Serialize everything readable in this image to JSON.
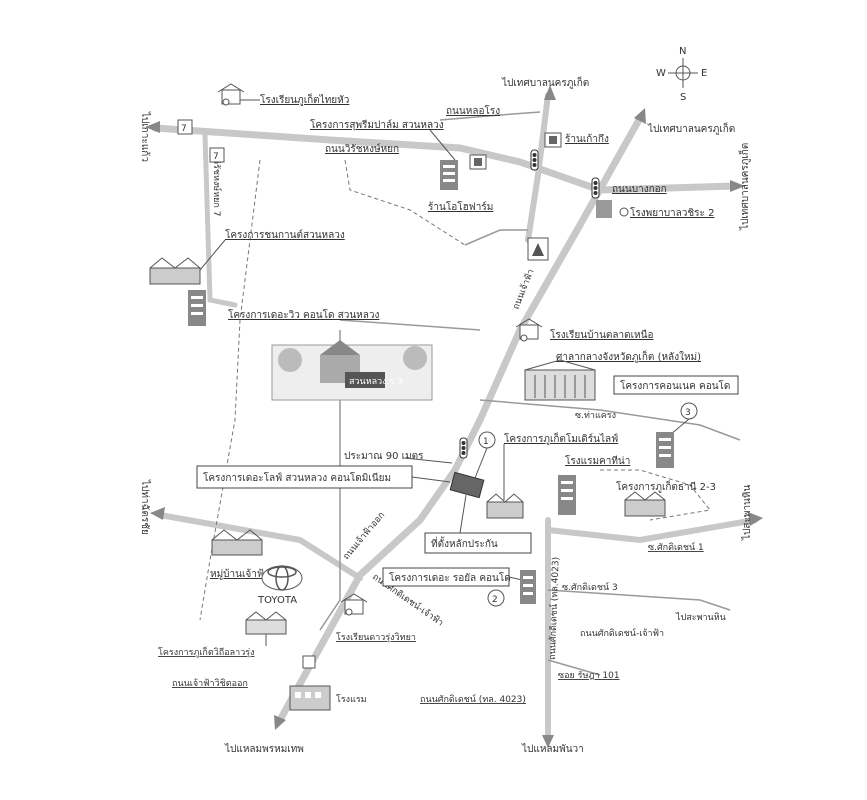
{
  "compass": {
    "n": "N",
    "s": "S",
    "e": "E",
    "w": "W"
  },
  "destinations": {
    "to_phuket_city_top": "ไปเทศบาลนครภูเก็ต",
    "to_phuket_city_right": "ไปเทศบาลนครภูเก็ต",
    "to_phuket_city_vertical": "ไปเทศบาลนครภูเก็ต",
    "to_ko_kaeo_left": "ไปเกาะแก้ว",
    "to_tha_chat_chai_left": "ไปท่าฉัตรชัย",
    "to_saphan_hin_right": "ไปสะพานหิน",
    "to_saphan_hin_low": "ไปสะพานหิน",
    "to_laem_phrom_thep": "ไปแหลมพรหมเทพ",
    "to_laem_phanwa": "ไปแหลมพันวา"
  },
  "roads": {
    "lor_rong": "ถนนหลอโรง",
    "wirat_hong_yok": "ถนนวิรัชหงษ์หยก",
    "soi_wirat_7": "ซ.วิรัชหงษ์หยก 7",
    "bang_kok": "ถนนบางกอก",
    "chao_fa": "ถนนเจ้าฟ้า",
    "tha_maengrong": "ซ.ท่าแครง",
    "sakdidet_1": "ซ.ศักดิเดชน์ 1",
    "sakdidet_3": "ซ.ศักดิเดชน์ 3",
    "chao_fa_east": "ถนนเจ้าฟ้าออก",
    "sakdidet_chaofa_w": "ถนนศักดิเดชน์-เจ้าฟ้า",
    "sakdidet_4023": "ถนนศักดิเดชน์ (ทล.4023)",
    "sakdidet_chaofa_e": "ถนนศักดิเดชน์-เจ้าฟ้า",
    "chaofa_wichit_east": "ถนนเจ้าฟ้าวิชิตออก",
    "sakdidet_4023_bottom": "ถนนศักดิเดชน์ (ทล. 4023)",
    "soi_101": "ซอย รัษฎา 101"
  },
  "places": {
    "school_phuket_thai_hua": "โรงเรียนภูเก็ตไทยหัว",
    "supreme_palm": "โครงการสุพรีมปาล์ม สวนหลวง",
    "kao_kong": "ร้านเก้ากึง",
    "o_farm": "ร้านโอโฮฟาร์ม",
    "vachira_hospital": "โรงพยาบาลวชิระ 2",
    "chonkarn": "โครงการชนกานต์สวนหลวง",
    "the_view": "โครงการเดอะวิว คอนโด สวนหลวง",
    "school_talat_nuea": "โรงเรียนบ้านตลาดเหนือ",
    "court": "ศาลากลางจังหวัดภูเก็ต (หลังใหม่)",
    "park": "สวนหลวง ร.9",
    "connect_condo": "โครงการคอนเนค คอนโด",
    "about_90m": "ประมาณ 90 เมตร",
    "the_lofts": "โครงการเดอะโลฟ์ สวนหลวง คอนโดมิเนียม",
    "phuket_modern": "โครงการภูเก็ตโมเดิร์นไลฟ์",
    "hotel_kathina": "โรงแรมคาทีน่า",
    "phuket_thani": "โครงการภูเก็ตธานี 2-3",
    "site": "ที่ตั้งหลักประกัน",
    "ban_chao_fa": "หมู่บ้านเจ้าฟ้า",
    "toyota": "TOYOTA",
    "school_daorung": "โรงเรียนดาวรุ่งวิทยา",
    "the_royal": "โครงการเดอะ รอยัล คอนโด",
    "phuket_wittaya": "โครงการภูเก็ตวิถีอลาวรุ่ง",
    "hotel": "โรงแรม"
  },
  "markers": {
    "m1": "1",
    "m2": "2",
    "m3": "3"
  }
}
